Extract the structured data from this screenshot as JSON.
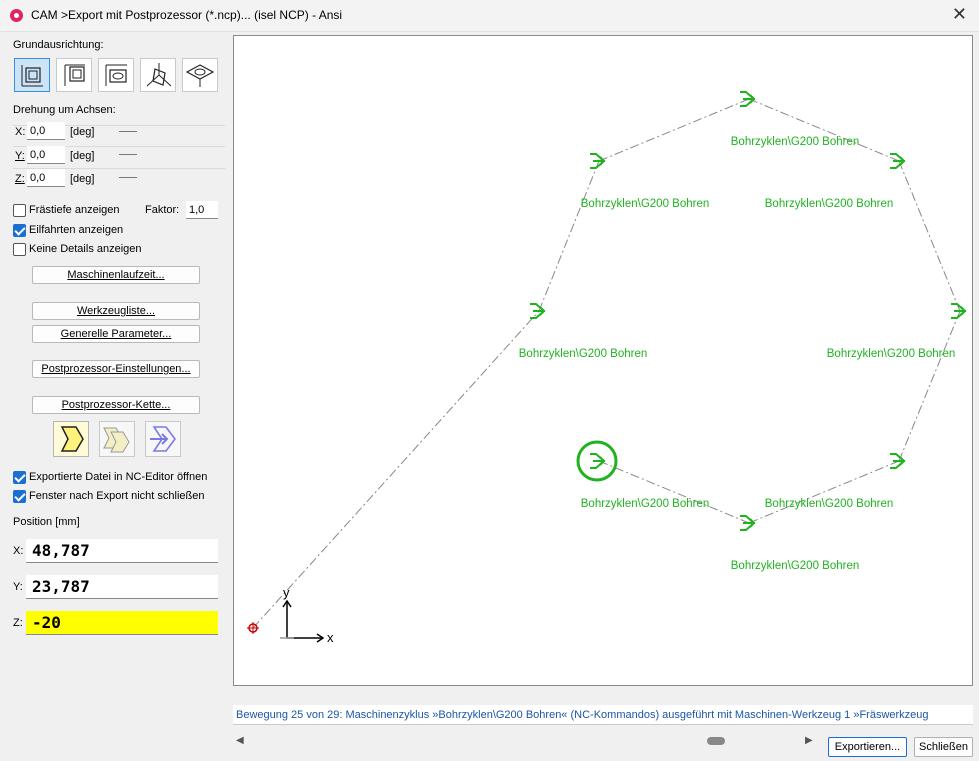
{
  "window": {
    "title": "CAM >Export mit Postprozessor (*.ncp)... (isel NCP) - Ansi"
  },
  "orientation": {
    "label": "Grundausrichtung:",
    "buttons": [
      "xy-top-view",
      "xy-bottom-view",
      "xy-mirrored-view",
      "iso-view-1",
      "iso-view-2"
    ]
  },
  "rotation": {
    "label": "Drehung um Achsen:",
    "axes": [
      {
        "axis": "X:",
        "value": "0,0",
        "unit": "[deg]"
      },
      {
        "axis": "Y:",
        "value": "0,0",
        "unit": "[deg]"
      },
      {
        "axis": "Z:",
        "value": "0,0",
        "unit": "[deg]"
      }
    ]
  },
  "options": {
    "depth": {
      "label": "Frästiefe anzeigen",
      "checked": false
    },
    "factor_label": "Faktor:",
    "factor_value": "1,0",
    "rapids": {
      "label": "Eilfahrten anzeigen",
      "checked": true
    },
    "no_details": {
      "label": "Keine Details anzeigen",
      "checked": false
    }
  },
  "buttons": {
    "machine_time": "Maschinenlaufzeit...",
    "tool_list": "Werkzeugliste...",
    "general_params": "Generelle Parameter...",
    "pp_settings": "Postprozessor-Einstellungen...",
    "pp_chain": "Postprozessor-Kette..."
  },
  "chain_icons": [
    "chevron-single-icon",
    "chevron-double-icon",
    "arrow-export-icon"
  ],
  "after_export": {
    "open_editor": {
      "label": "Exportierte Datei in NC-Editor öffnen",
      "checked": true
    },
    "keep_window": {
      "label": "Fenster nach Export nicht schließen",
      "checked": true
    }
  },
  "position": {
    "label": "Position [mm]",
    "x_label": "X:",
    "x": "48,787",
    "y_label": "Y:",
    "y": "23,787",
    "z_label": "Z:",
    "z": "-20"
  },
  "canvas": {
    "drill_label": "Bohrzyklen\\G200 Bohren",
    "axis_x": "x",
    "axis_y": "y",
    "accent_color": "#1fb31f",
    "origin_color": "#cc0000"
  },
  "status": {
    "text": "Bewegung 25 von 29: Maschinenzyklus »Bohrzyklen\\G200 Bohren« (NC-Kommandos) ausgeführt mit Maschinen-Werkzeug 1 »Fräswerkzeug"
  },
  "footer": {
    "export": "Exportieren...",
    "close": "Schließen"
  }
}
